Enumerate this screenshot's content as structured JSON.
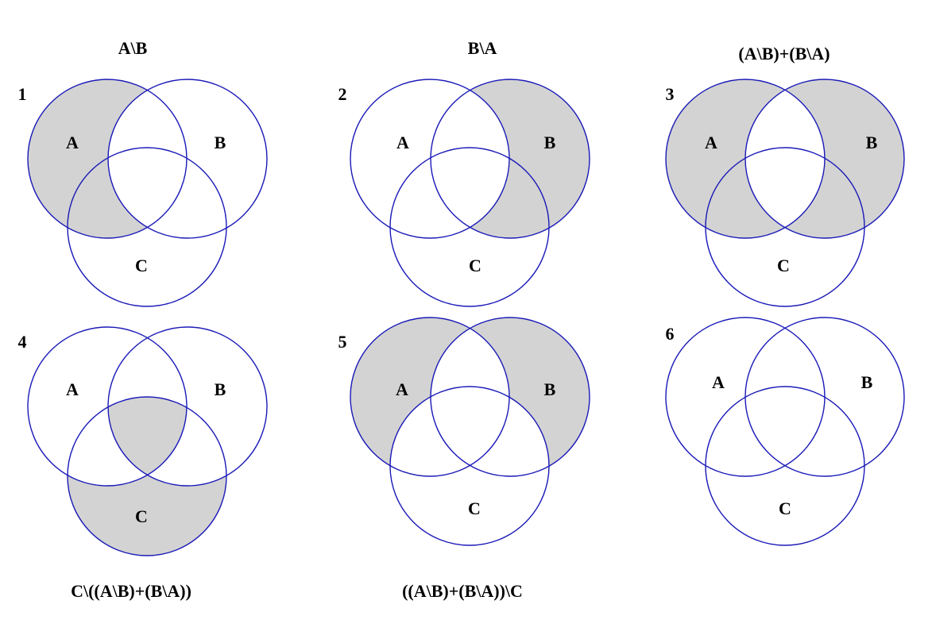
{
  "colors": {
    "background": "#ffffff",
    "circle_stroke": "#1a1ab8",
    "shade_fill": "#d3d3d3",
    "text": "#000000"
  },
  "panels": [
    {
      "number": "1",
      "caption": "A\\B",
      "labels": {
        "a": "A",
        "b": "B",
        "c": "C"
      },
      "shaded_regions": [
        "A",
        "AC"
      ]
    },
    {
      "number": "2",
      "caption": "B\\A",
      "labels": {
        "a": "A",
        "b": "B",
        "c": "C"
      },
      "shaded_regions": [
        "B",
        "BC"
      ]
    },
    {
      "number": "3",
      "caption": "(A\\B)+(B\\A)",
      "labels": {
        "a": "A",
        "b": "B",
        "c": "C"
      },
      "shaded_regions": [
        "A",
        "AC",
        "B",
        "BC"
      ]
    },
    {
      "number": "4",
      "caption": "C\\((A\\B)+(B\\A))",
      "labels": {
        "a": "A",
        "b": "B",
        "c": "C"
      },
      "shaded_regions": [
        "C",
        "ABC"
      ]
    },
    {
      "number": "5",
      "caption": "((A\\B)+(B\\A))\\C",
      "labels": {
        "a": "A",
        "b": "B",
        "c": "C"
      },
      "shaded_regions": [
        "A",
        "B"
      ]
    },
    {
      "number": "6",
      "caption": "",
      "labels": {
        "a": "A",
        "b": "B",
        "c": "C"
      },
      "shaded_regions": []
    }
  ]
}
